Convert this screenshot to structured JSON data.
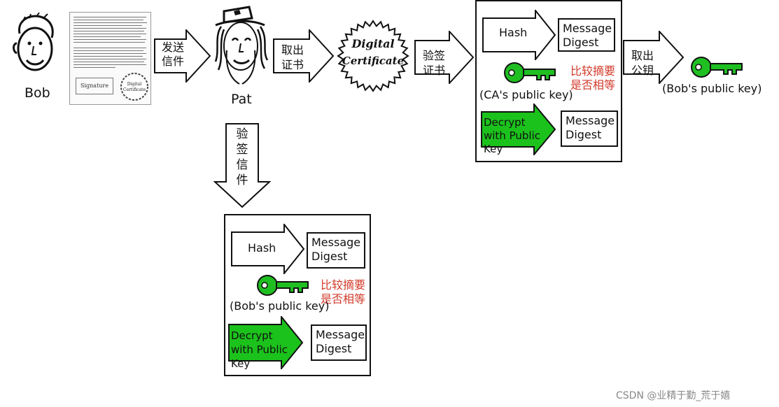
{
  "bob": {
    "name": "Bob"
  },
  "letter": {
    "signature_label": "Signature",
    "seal_text": "Digital Certificate"
  },
  "pat": {
    "name": "Pat"
  },
  "arrows": {
    "send_letter": "发送信件",
    "take_cert_line1": "取出",
    "take_cert_line2": "证书",
    "verify_cert_line1": "验签",
    "verify_cert_line2": "证书",
    "take_pubkey_line1": "取出",
    "take_pubkey_line2": "公钥",
    "verify_letter": [
      "验",
      "签",
      "信",
      "件"
    ]
  },
  "certificate": {
    "line1": "Digital",
    "line2": "Certificate"
  },
  "ca_panel": {
    "hash_label": "Hash",
    "digest1": "Message Digest",
    "key_label": "(CA's public key)",
    "compare_line1": "比较摘要",
    "compare_line2": "是否相等",
    "decrypt_label": "Decrypt with Public Key",
    "digest2": "Message Digest"
  },
  "bob_key": {
    "label": "(Bob's public key)"
  },
  "letter_panel": {
    "hash_label": "Hash",
    "digest1": "Message Digest",
    "key_label": "(Bob's public key)",
    "compare_line1": "比较摘要",
    "compare_line2": "是否相等",
    "decrypt_label": "Decrypt with Public Key",
    "digest2": "Message Digest"
  },
  "watermark": "CSDN @业精于勤_荒于嬉",
  "colors": {
    "key_green": "#1fbf22",
    "compare_red": "#d23a2a",
    "decrypt_green": "#1cc21c"
  },
  "icons": [
    "face-icon",
    "key-icon",
    "seal-icon",
    "arrow-icon"
  ]
}
